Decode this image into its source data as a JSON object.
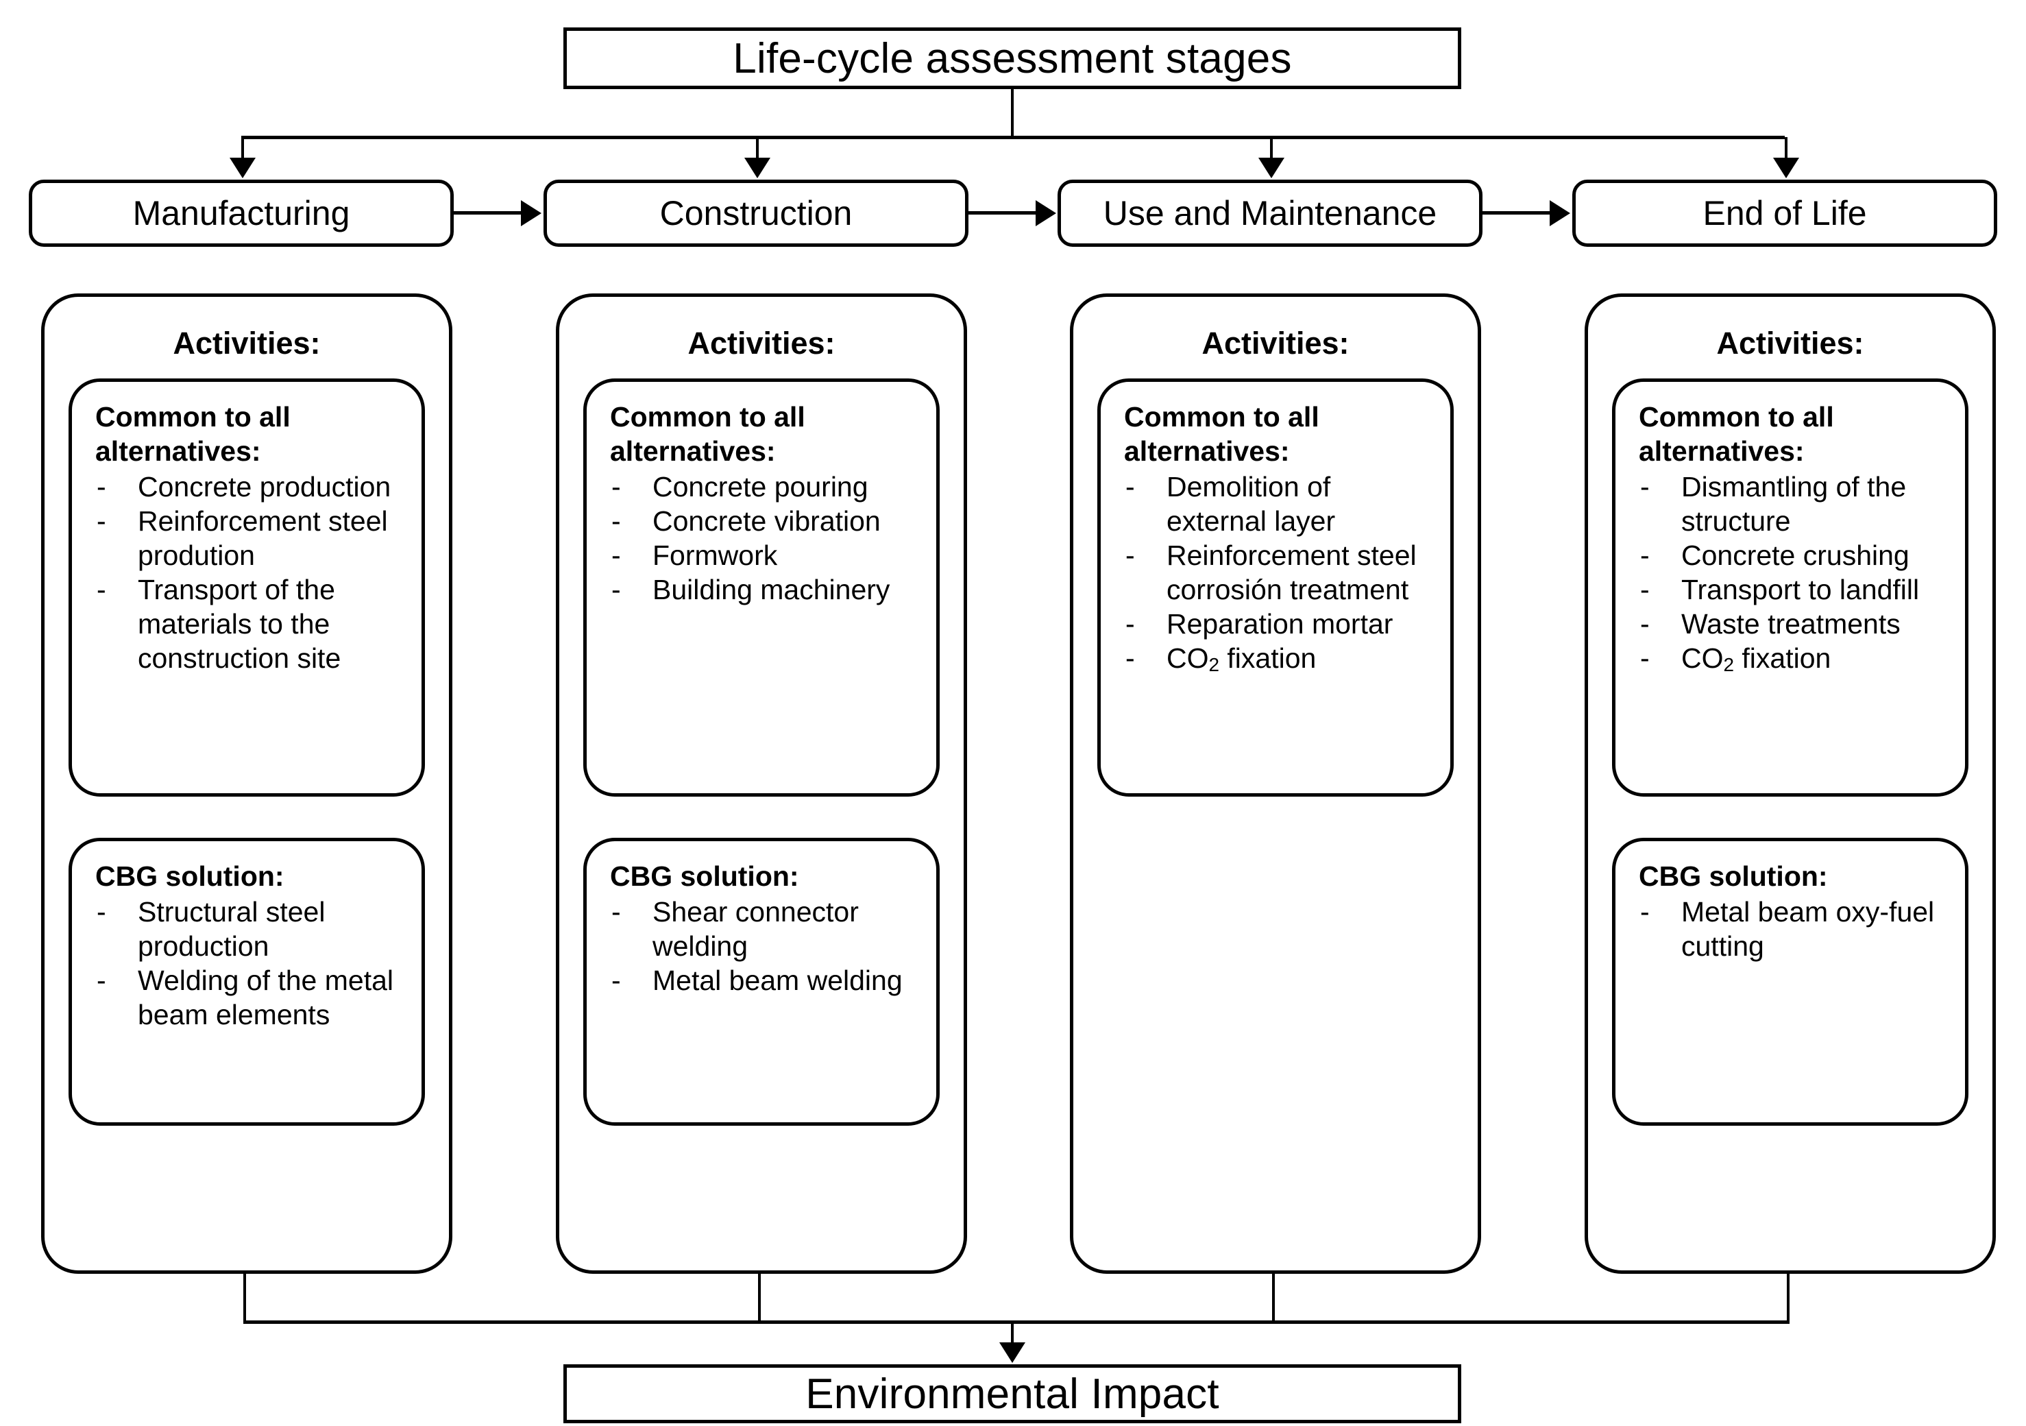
{
  "title_box": {
    "label": "Life-cycle assessment stages"
  },
  "stages": [
    {
      "label": "Manufacturing"
    },
    {
      "label": "Construction"
    },
    {
      "label": "Use and Maintenance"
    },
    {
      "label": "End of Life"
    }
  ],
  "columns": [
    {
      "heading": "Activities:",
      "common": {
        "title": "Common to all alternatives:",
        "items": [
          "Concrete production",
          "Reinforcement steel prodution",
          "Transport of the materials to the construction site"
        ]
      },
      "cbg": {
        "title": "CBG solution:",
        "items": [
          "Structural steel production",
          "Welding of the metal beam elements"
        ]
      }
    },
    {
      "heading": "Activities:",
      "common": {
        "title": "Common to all alternatives:",
        "items": [
          "Concrete pouring",
          "Concrete vibration",
          "Formwork",
          "Building machinery"
        ]
      },
      "cbg": {
        "title": "CBG solution:",
        "items": [
          "Shear connector welding",
          "Metal beam welding"
        ]
      }
    },
    {
      "heading": "Activities:",
      "common": {
        "title": "Common to all alternatives:",
        "items": [
          "Demolition of external layer",
          "Reinforcement steel corrosión treatment",
          "Reparation mortar",
          "CO2 fixation"
        ]
      },
      "cbg": null
    },
    {
      "heading": "Activities:",
      "common": {
        "title": "Common to all alternatives:",
        "items": [
          "Dismantling of the structure",
          "Concrete crushing",
          "Transport to landfill",
          "Waste treatments",
          "CO2 fixation"
        ]
      },
      "cbg": {
        "title": "CBG solution:",
        "items": [
          "Metal beam oxy-fuel cutting"
        ]
      }
    }
  ],
  "result_box": {
    "label": "Environmental Impact"
  },
  "colors": {
    "line": "#000000",
    "background": "#ffffff",
    "text": "#000000"
  }
}
